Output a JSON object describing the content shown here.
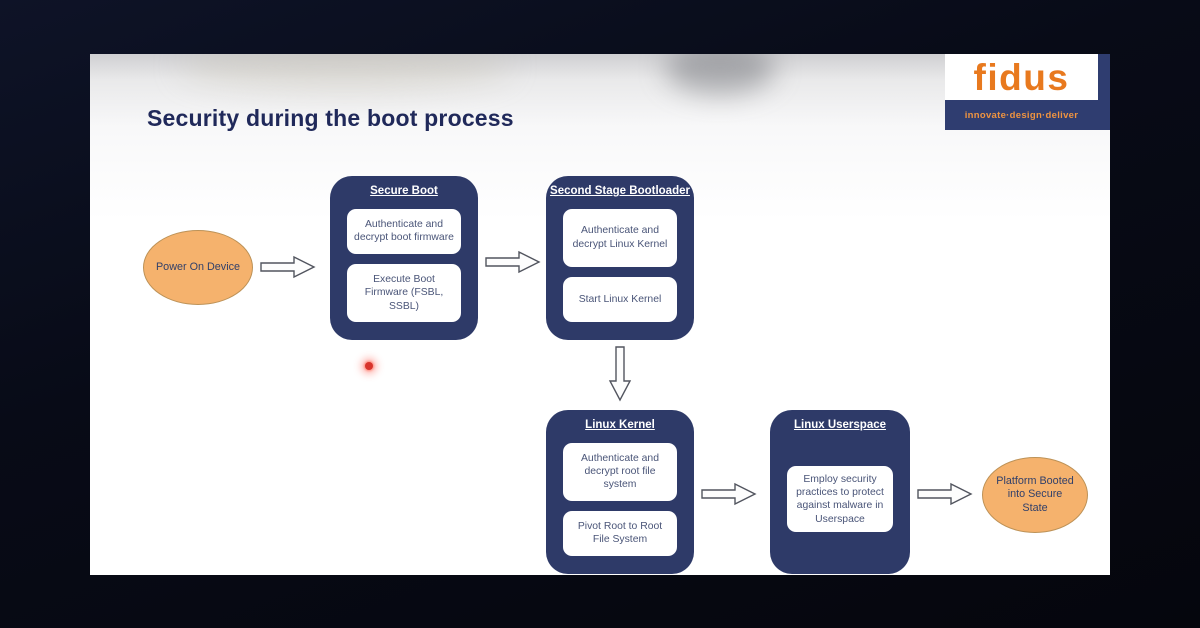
{
  "slide": {
    "title": "Security during the boot process"
  },
  "logo": {
    "brand": "fidus",
    "tagline": "innovate·design·deliver"
  },
  "flow": {
    "start_label": "Power On Device",
    "end_label": "Platform Booted into Secure State",
    "stages": [
      {
        "title": "Secure Boot",
        "steps": [
          "Authenticate and decrypt boot firmware",
          "Execute Boot Firmware (FSBL, SSBL)"
        ]
      },
      {
        "title": "Second Stage Bootloader",
        "steps": [
          "Authenticate and decrypt Linux Kernel",
          "Start Linux Kernel"
        ]
      },
      {
        "title": "Linux Kernel",
        "steps": [
          "Authenticate and decrypt root file system",
          "Pivot Root to Root File System"
        ]
      },
      {
        "title": "Linux Userspace",
        "steps": [
          "Employ security practices to protect against malware in Userspace"
        ]
      }
    ]
  },
  "colors": {
    "stage_box": "#2e3a68",
    "ellipse_fill": "#f5b26d",
    "slide_title": "#20295a",
    "brand_orange": "#e8791e",
    "brand_navy": "#2f3d70"
  }
}
